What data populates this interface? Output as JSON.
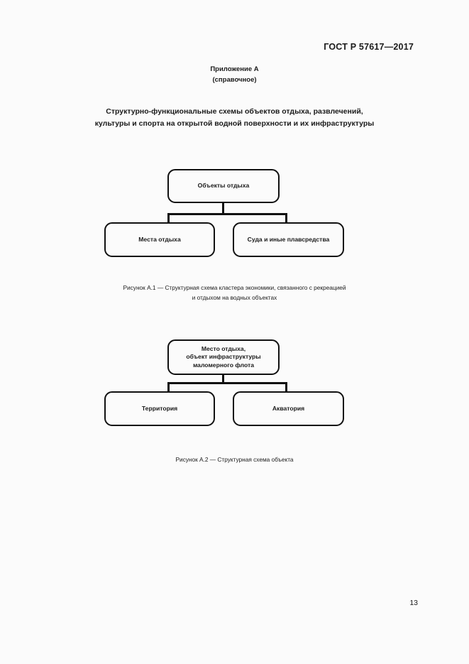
{
  "header": {
    "standard": "ГОСТ Р 57617—2017"
  },
  "appendix": {
    "label": "Приложение А",
    "kind": "(справочное)"
  },
  "title": {
    "line1": "Структурно-функциональные схемы объектов отдыха, развлечений,",
    "line2": "культуры и спорта на открытой водной поверхности и их инфраструктуры"
  },
  "figures": [
    {
      "id": "A.1",
      "root": "Объекты отдыха",
      "left": "Места отдыха",
      "right": "Суда и иные плавсредства",
      "caption_line1": "Рисунок А.1 — Структурная схема кластера экономики, связанного с рекреацией",
      "caption_line2": "и отдыхом на водных объектах"
    },
    {
      "id": "A.2",
      "root": "Место отдыха,\nобъект инфраструктуры\nмаломерного флота",
      "left": "Территория",
      "right": "Акватория",
      "caption_line1": "Рисунок А.2 — Структурная схема объекта",
      "caption_line2": ""
    }
  ],
  "footer": {
    "page_number": "13"
  },
  "colors": {
    "page_background": "#fbfbfb",
    "ink": "#1a1a1a",
    "stroke": "#111111"
  }
}
